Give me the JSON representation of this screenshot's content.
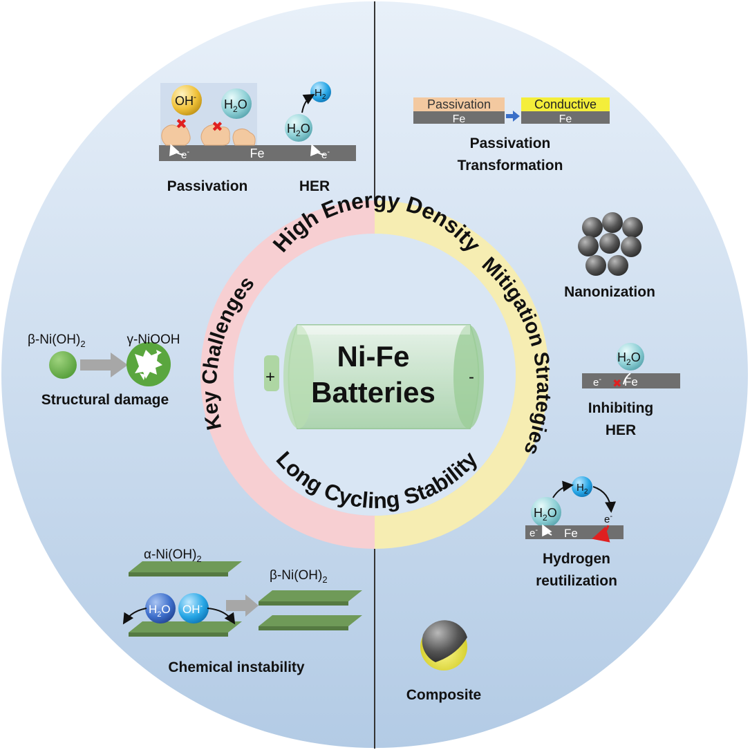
{
  "colors": {
    "panel_top": "#e6eef8",
    "panel_bottom": "#b6cde6",
    "ring_left": "#f7cfd2",
    "ring_right": "#f6edb2",
    "center": "#d9e6f4",
    "fe_bar": "#6f6f6f",
    "passivation_fill": "#f3c9a0",
    "conductive_fill": "#f4ee3a",
    "ni_oh_green": "#5aa63e",
    "layer_green": "#6f9a58",
    "arrow_gray": "#a7a7a7"
  },
  "center": {
    "title_line1": "Ni-Fe",
    "title_line2": "Batteries",
    "plus": "+",
    "minus": "-"
  },
  "ring": {
    "top": "High Energy Density",
    "bottom": "Long Cycling Stability",
    "left": "Key Challenges",
    "right": "Mitigation Strategies"
  },
  "challenges": {
    "passivation": {
      "oh": "OH",
      "oh_sup": "-",
      "h2o_h": "H",
      "h2o_sub": "2",
      "h2o_o": "O",
      "electron": "e",
      "electron_sup": "-",
      "fe": "Fe",
      "label": "Passivation"
    },
    "her": {
      "h2_h": "H",
      "h2_sub": "2",
      "h2o_h": "H",
      "h2o_sub": "2",
      "h2o_o": "O",
      "electron": "e",
      "electron_sup": "-",
      "label": "HER"
    },
    "structural": {
      "beta_prefix": "β-Ni(OH)",
      "beta_sub": "2",
      "gamma": "γ-NiOOH",
      "label": "Structural damage"
    },
    "chemical": {
      "alpha_prefix": "α-Ni(OH)",
      "alpha_sub": "2",
      "beta_prefix": "β-Ni(OH)",
      "beta_sub": "2",
      "h2o_h": "H",
      "h2o_sub": "2",
      "h2o_o": "O",
      "oh": "OH",
      "oh_sup": "-",
      "label": "Chemical instability"
    }
  },
  "strategies": {
    "passivation_transformation": {
      "passivation": "Passivation",
      "conductive": "Conductive",
      "fe_left": "Fe",
      "fe_right": "Fe",
      "label_line1": "Passivation",
      "label_line2": "Transformation"
    },
    "nanonization": {
      "label": "Nanonization"
    },
    "inhibiting_her": {
      "h2o_h": "H",
      "h2o_sub": "2",
      "h2o_o": "O",
      "electron": "e",
      "electron_sup": "-",
      "fe": "Fe",
      "label_line1": "Inhibiting",
      "label_line2": "HER"
    },
    "hydrogen_reutilization": {
      "h2o_h": "H",
      "h2o_sub": "2",
      "h2o_o": "O",
      "h2_h": "H",
      "h2_sub": "2",
      "electron_right": "e",
      "electron_right_sup": "-",
      "electron_left": "e",
      "electron_left_sup": "-",
      "fe": "Fe",
      "label_line1": "Hydrogen",
      "label_line2": "reutilization"
    },
    "composite": {
      "label": "Composite"
    }
  }
}
